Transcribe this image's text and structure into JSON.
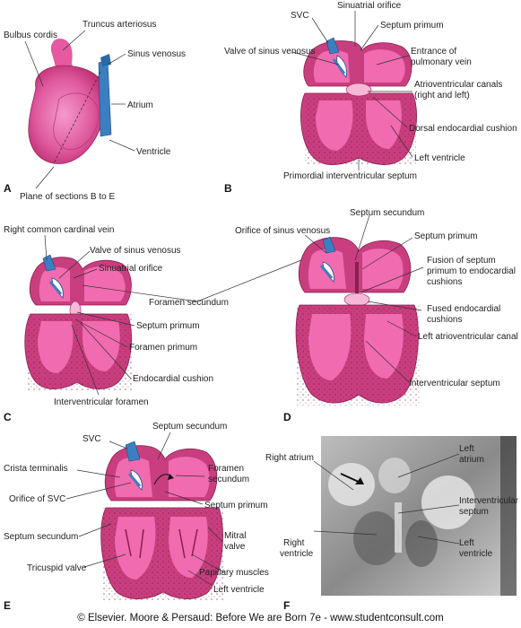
{
  "panels": {
    "a": {
      "letter": "A",
      "labels": {
        "bulbus_cordis": "Bulbus cordis",
        "truncus_arteriosus": "Truncus arteriosus",
        "sinus_venosus": "Sinus venosus",
        "atrium": "Atrium",
        "ventricle": "Ventricle",
        "plane": "Plane of sections B to E"
      }
    },
    "b": {
      "letter": "B",
      "labels": {
        "svc": "SVC",
        "sinuatrial_orifice": "Sinuatrial orifice",
        "septum_primum": "Septum primum",
        "valve_sinus_venosus": "Valve of sinus venosus",
        "entrance_pulmonary_vein_1": "Entrance of",
        "entrance_pulmonary_vein_2": "pulmonary vein",
        "av_canals_1": "Atrioventricular canals",
        "av_canals_2": "(right and left)",
        "dorsal_endocardial_cushion": "Dorsal endocardial cushion",
        "left_ventricle": "Left ventricle",
        "primordial_iv_septum": "Primordial interventricular septum"
      }
    },
    "c": {
      "letter": "C",
      "labels": {
        "right_common_cardinal_vein": "Right common cardinal vein",
        "valve_sinus_venosus": "Valve of sinus venosus",
        "sinuatrial_orifice": "Sinuatrial orifice",
        "foramen_secundum": "Foramen secundum",
        "septum_primum": "Septum primum",
        "foramen_primum": "Foramen primum",
        "endocardial_cushion": "Endocardial cushion",
        "iv_foramen": "Interventricular foramen"
      }
    },
    "d": {
      "letter": "D",
      "labels": {
        "septum_secundum": "Septum secundum",
        "orifice_sinus_venosus": "Orifice of sinus venosus",
        "septum_primum": "Septum primum",
        "fusion_1": "Fusion of septum",
        "fusion_2": "primum to endocardial",
        "fusion_3": "cushions",
        "fused_cushions_1": "Fused endocardial",
        "fused_cushions_2": "cushions",
        "left_av_canal": "Left atrioventricular canal",
        "iv_septum": "Interventricular septum"
      }
    },
    "e": {
      "letter": "E",
      "labels": {
        "septum_secundum_top": "Septum secundum",
        "svc": "SVC",
        "crista_terminalis": "Crista terminalis",
        "foramen_secundum_1": "Foramen",
        "foramen_secundum_2": "secundum",
        "orifice_svc": "Orifice of SVC",
        "septum_primum": "Septum primum",
        "septum_secundum_left": "Septum secundum",
        "mitral_1": "Mitral",
        "mitral_2": "valve",
        "tricuspid": "Tricuspid valve",
        "papillary": "Papillary muscles",
        "left_ventricle": "Left ventricle"
      }
    },
    "f": {
      "letter": "F",
      "labels": {
        "right_atrium": "Right atrium",
        "left_atrium_1": "Left",
        "left_atrium_2": "atrium",
        "iv_septum_1": "Interventricular",
        "iv_septum_2": "septum",
        "right_ventricle_1": "Right",
        "right_ventricle_2": "ventricle",
        "left_ventricle_1": "Left",
        "left_ventricle_2": "ventricle"
      }
    }
  },
  "copyright": "© Elsevier. Moore & Persaud: Before We are Born 7e - www.studentconsult.com"
}
